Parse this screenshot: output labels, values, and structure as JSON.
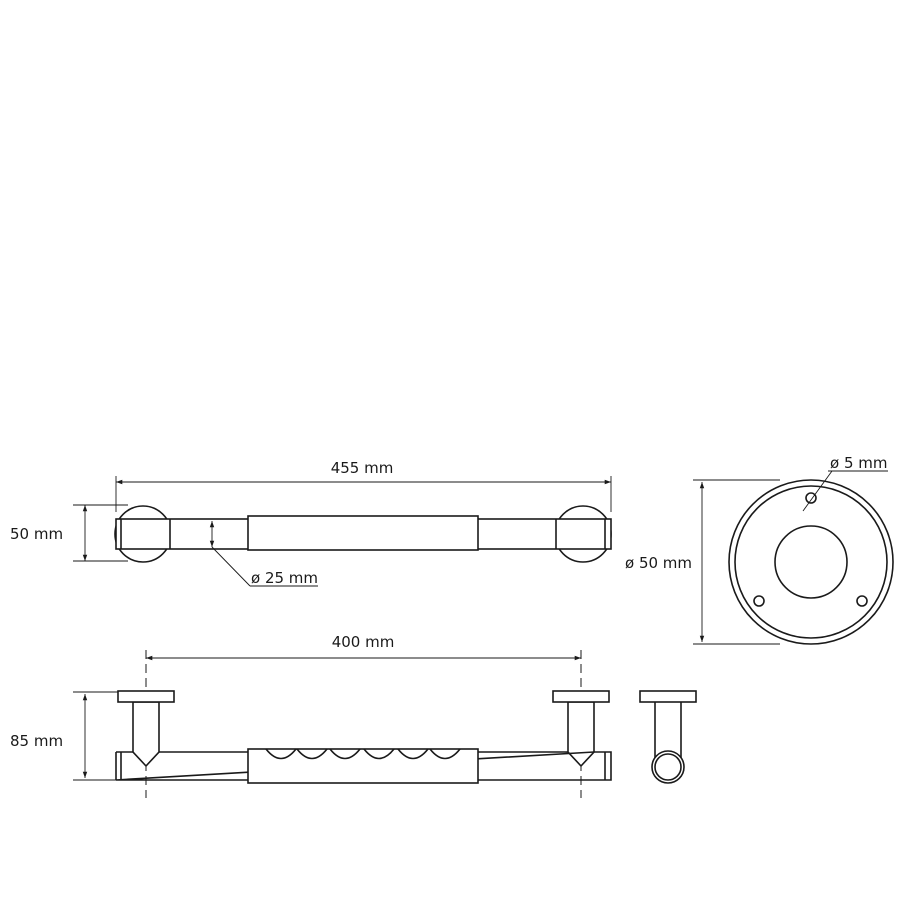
{
  "dimensions": {
    "top_length": "455 mm",
    "top_height": "50 mm",
    "tube_diameter": "ø 25 mm",
    "flange_diameter": "ø 50 mm",
    "hole_diameter": "ø 5 mm",
    "front_length": "400 mm",
    "front_height": "85 mm"
  }
}
